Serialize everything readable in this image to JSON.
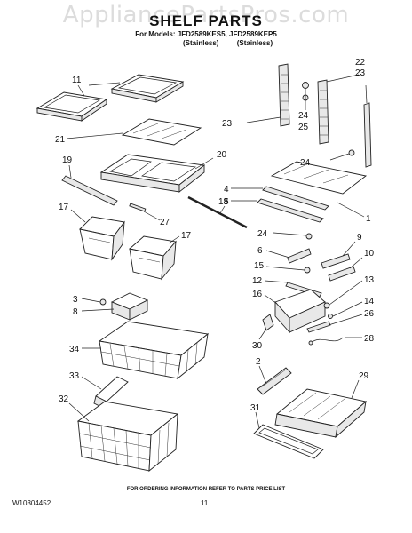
{
  "watermark": "AppliancePartsPros.com",
  "header": {
    "title": "SHELF PARTS",
    "models": "For Models: JFD2589KES5, JFD2589KEP5",
    "variant_1": "(Stainless)",
    "variant_2": "(Stainless)"
  },
  "callouts": [
    "11",
    "21",
    "19",
    "20",
    "18",
    "4",
    "5",
    "27",
    "17",
    "17",
    "3",
    "8",
    "34",
    "33",
    "32",
    "22",
    "23",
    "23",
    "24",
    "25",
    "24",
    "1",
    "24",
    "6",
    "9",
    "15",
    "10",
    "12",
    "13",
    "16",
    "14",
    "26",
    "30",
    "28",
    "2",
    "29",
    "31"
  ],
  "footer": {
    "note": "FOR ORDERING INFORMATION REFER TO PARTS PRICE LIST",
    "doc_number": "W10304452",
    "page_number": "11"
  }
}
